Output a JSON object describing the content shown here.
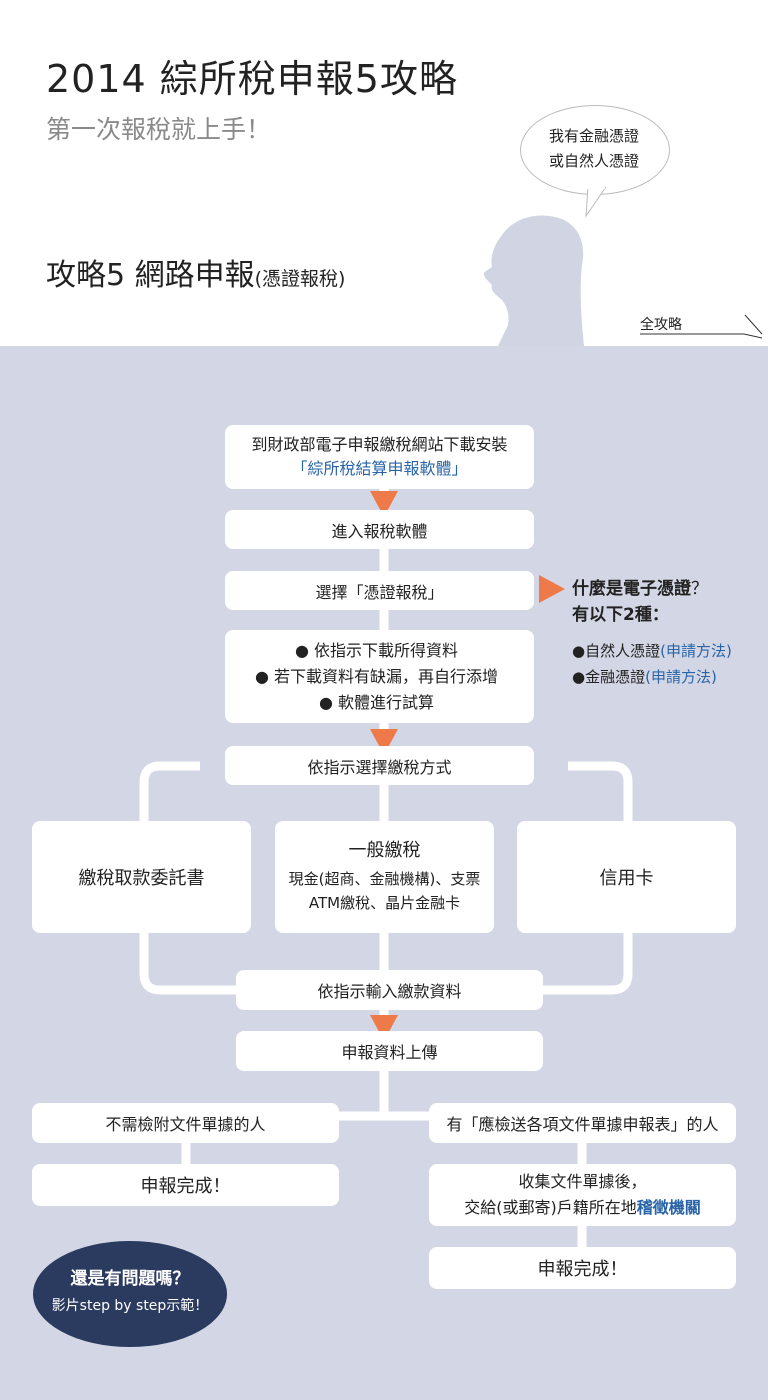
{
  "header": {
    "title": "2014 綜所稅申報5攻略",
    "subtitle": "第一次報稅就上手！",
    "speech_line1": "我有金融憑證",
    "speech_line2": "或自然人憑證",
    "section_title_main": "攻略5 網路申報",
    "section_title_sub": "(憑證報稅)",
    "all_guides_link": "全攻略"
  },
  "flow": {
    "step1_line1": "到財政部電子申報繳稅網站下載安裝",
    "step1_line2": "「綜所稅結算申報軟體」",
    "step2": "進入報稅軟體",
    "step3": "選擇「憑證報稅」",
    "step4_items": [
      "依指示下載所得資料",
      "若下載資料有缺漏，再自行添增",
      "軟體進行試算"
    ],
    "step5": "依指示選擇繳稅方式",
    "pay_left": "繳稅取款委託書",
    "pay_mid_title": "一般繳稅",
    "pay_mid_line1": "現金(超商、金融機構)、支票",
    "pay_mid_line2": "ATM繳稅、晶片金融卡",
    "pay_right": "信用卡",
    "step6": "依指示輸入繳款資料",
    "step7": "申報資料上傳",
    "left_branch": "不需檢附文件單據的人",
    "left_done": "申報完成！",
    "right_branch": "有「應檢送各項文件單據申報表」的人",
    "right_collect_line1": "收集文件單據後，",
    "right_collect_line2_pre": "交給(或郵寄)戶籍所在地",
    "right_collect_line2_link": "稽徵機關",
    "right_done": "申報完成！"
  },
  "info": {
    "question_line1_bold": "什麼是電子憑證",
    "question_line1_mark": "？",
    "question_line2": "有以下2種：",
    "item1_label": "自然人憑證",
    "item1_link": "(申請方法)",
    "item2_label": "金融憑證",
    "item2_link": "(申請方法)"
  },
  "help": {
    "line1": "還是有問題嗎？",
    "line2": "影片step by step示範！"
  },
  "colors": {
    "background": "#d3d6e4",
    "arrow": "#ee7a4a",
    "link_blue": "#2a64a8",
    "help_oval": "#2b3a5f",
    "silhouette": "#d0d4e3"
  }
}
